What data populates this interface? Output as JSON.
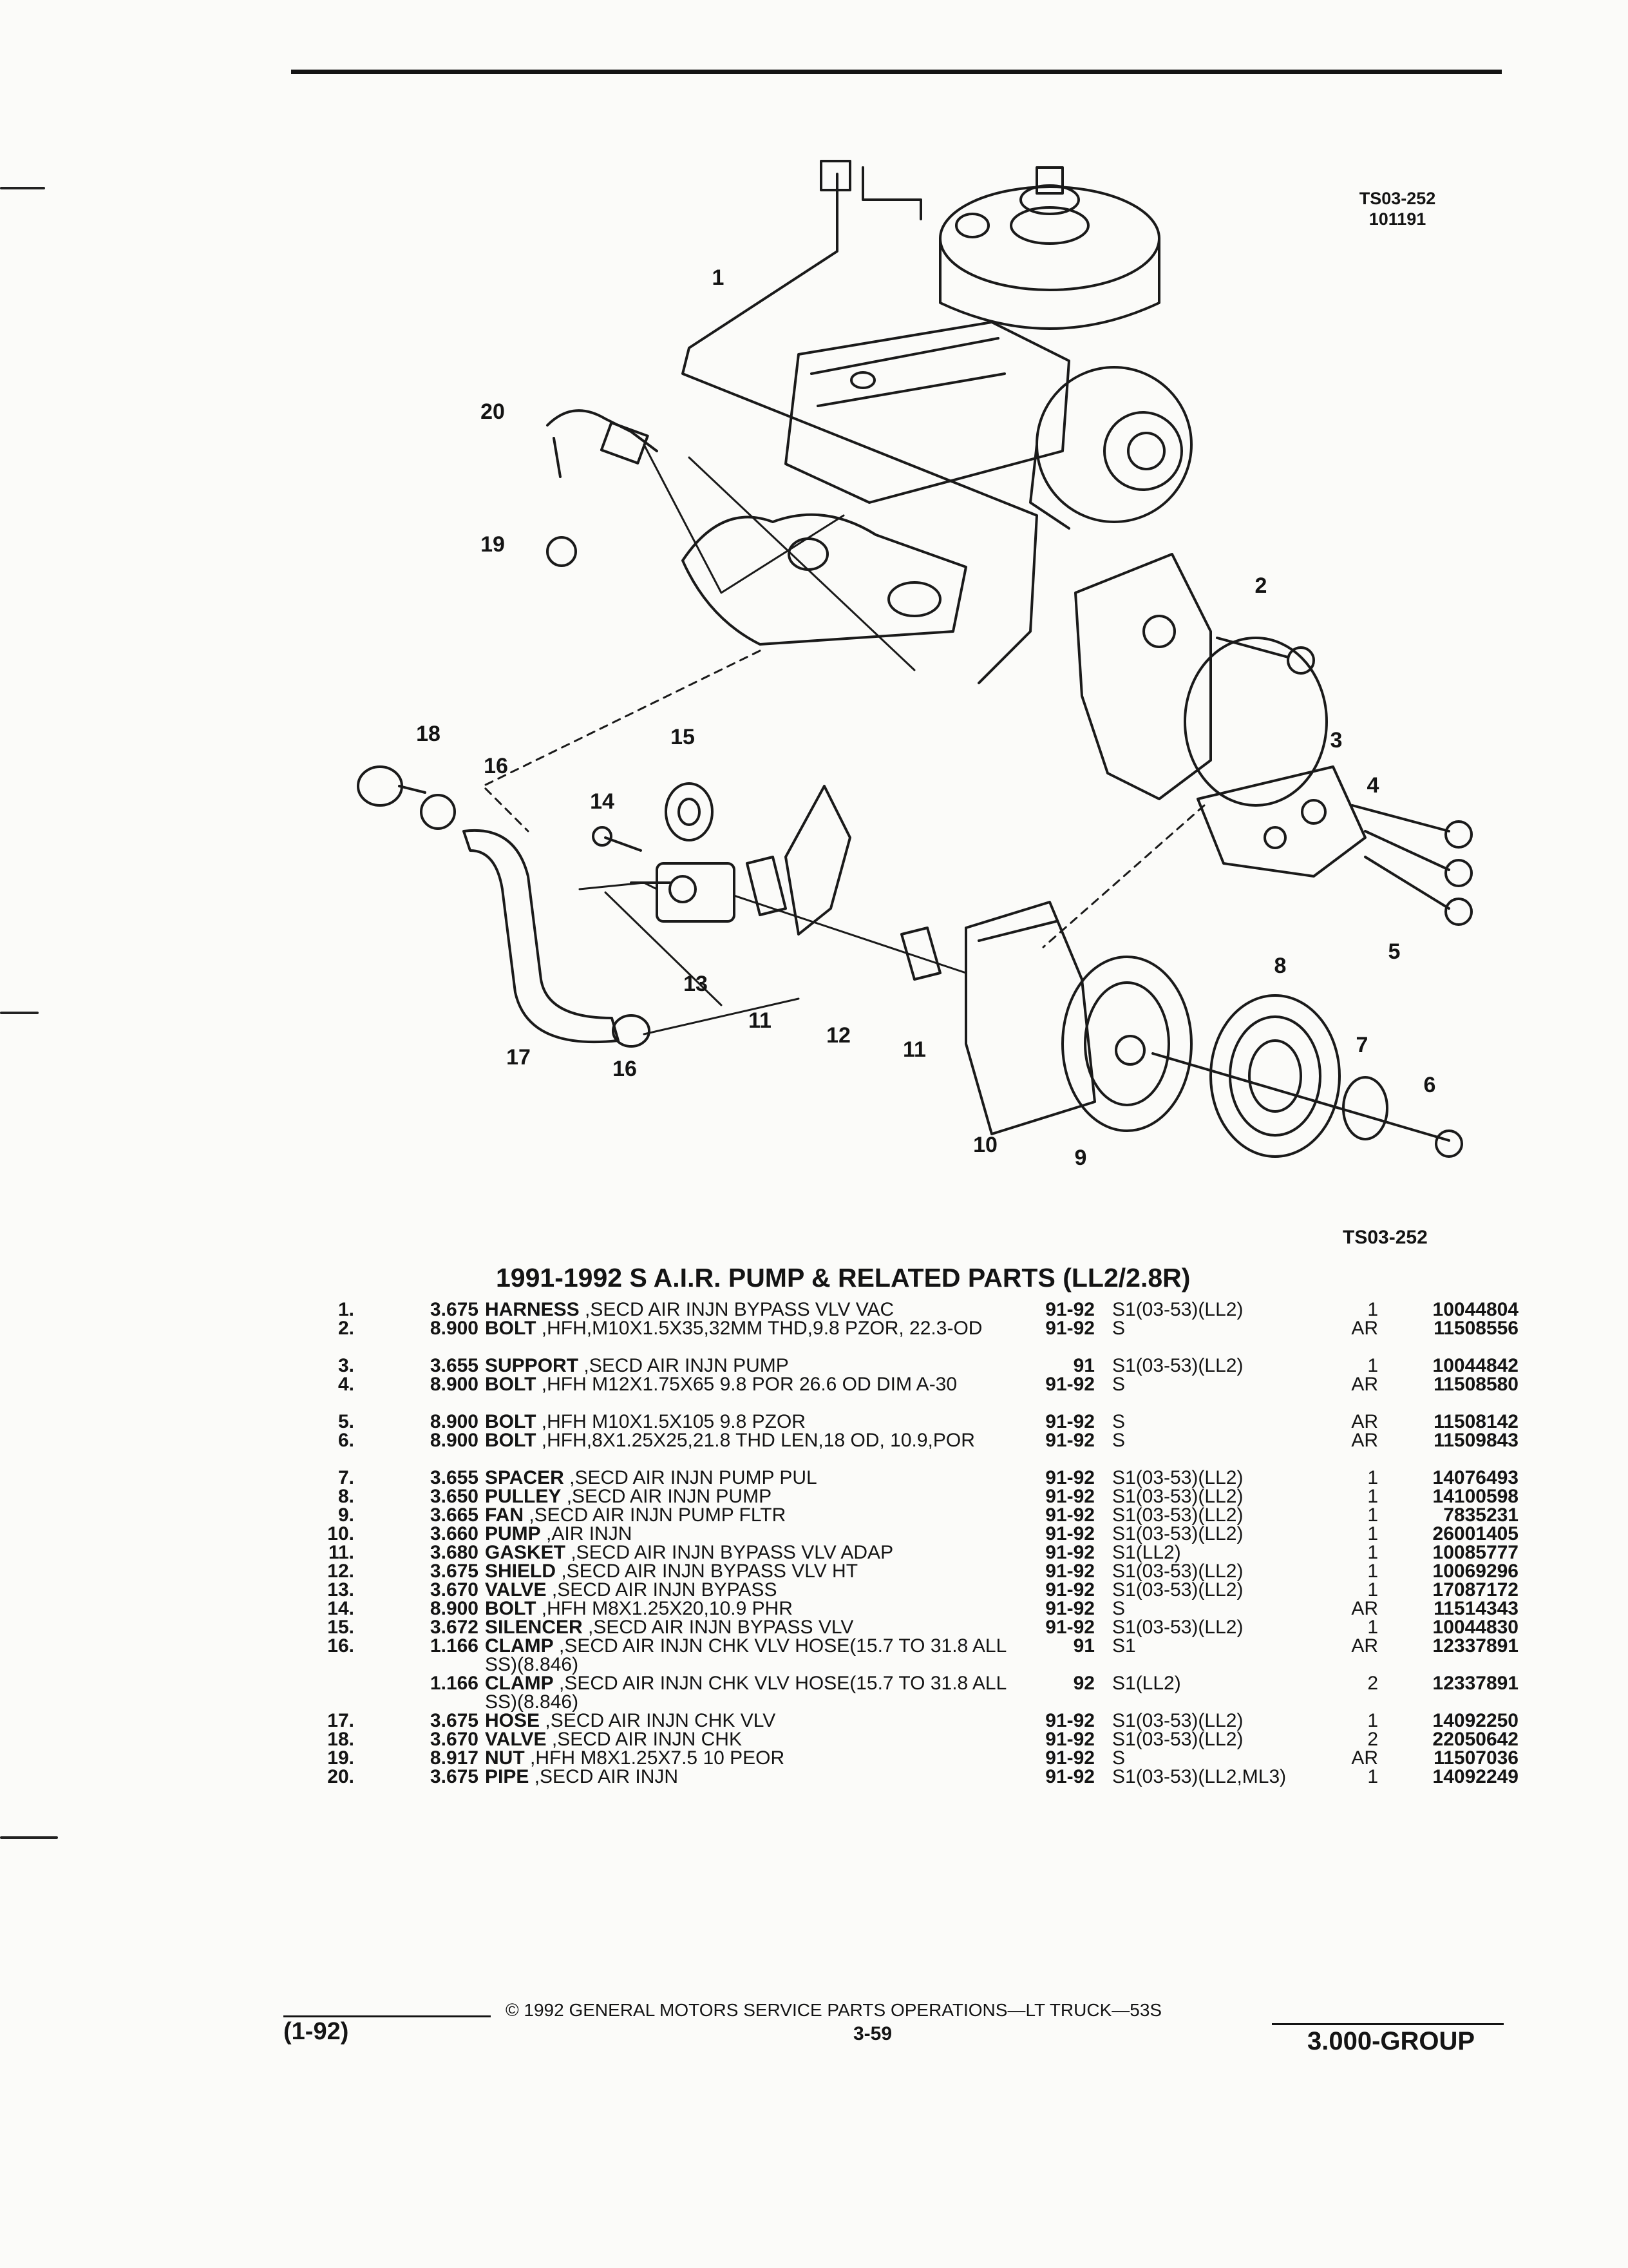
{
  "diagram": {
    "ref_code": "TS03-252",
    "ref_date": "101191",
    "bottom_code": "TS03-252",
    "callouts": [
      "1",
      "2",
      "3",
      "4",
      "5",
      "6",
      "7",
      "8",
      "9",
      "10",
      "11",
      "11",
      "12",
      "13",
      "14",
      "15",
      "16",
      "16",
      "17",
      "18",
      "19",
      "20"
    ]
  },
  "title": "1991-1992 S A.I.R. PUMP & RELATED PARTS (LL2/2.8R)",
  "parts": [
    {
      "no": "1.",
      "group": "3.675",
      "name": "HARNESS",
      "desc": " ,SECD AIR INJN BYPASS VLV VAC",
      "years": "91-92",
      "option": "S1(03-53)(LL2)",
      "qty": "1",
      "part": "10044804"
    },
    {
      "no": "2.",
      "group": "8.900",
      "name": "BOLT",
      "desc": " ,HFH,M10X1.5X35,32MM THD,9.8 PZOR, 22.3-OD",
      "years": "91-92",
      "option": "S",
      "qty": "AR",
      "part": "11508556"
    },
    {
      "no": "3.",
      "group": "3.655",
      "name": "SUPPORT",
      "desc": " ,SECD AIR INJN PUMP",
      "years": "91",
      "option": "S1(03-53)(LL2)",
      "qty": "1",
      "part": "10044842"
    },
    {
      "no": "4.",
      "group": "8.900",
      "name": "BOLT",
      "desc": " ,HFH M12X1.75X65 9.8 POR 26.6 OD DIM A-30",
      "years": "91-92",
      "option": "S",
      "qty": "AR",
      "part": "11508580"
    },
    {
      "no": "5.",
      "group": "8.900",
      "name": "BOLT",
      "desc": " ,HFH M10X1.5X105 9.8 PZOR",
      "years": "91-92",
      "option": "S",
      "qty": "AR",
      "part": "11508142"
    },
    {
      "no": "6.",
      "group": "8.900",
      "name": "BOLT",
      "desc": " ,HFH,8X1.25X25,21.8 THD LEN,18 OD, 10.9,POR",
      "years": "91-92",
      "option": "S",
      "qty": "AR",
      "part": "11509843"
    },
    {
      "no": "7.",
      "group": "3.655",
      "name": "SPACER",
      "desc": " ,SECD AIR INJN PUMP PUL",
      "years": "91-92",
      "option": "S1(03-53)(LL2)",
      "qty": "1",
      "part": "14076493"
    },
    {
      "no": "8.",
      "group": "3.650",
      "name": "PULLEY",
      "desc": " ,SECD AIR INJN PUMP",
      "years": "91-92",
      "option": "S1(03-53)(LL2)",
      "qty": "1",
      "part": "14100598"
    },
    {
      "no": "9.",
      "group": "3.665",
      "name": "FAN",
      "desc": " ,SECD AIR INJN PUMP FLTR",
      "years": "91-92",
      "option": "S1(03-53)(LL2)",
      "qty": "1",
      "part": "7835231"
    },
    {
      "no": "10.",
      "group": "3.660",
      "name": "PUMP",
      "desc": " ,AIR INJN",
      "years": "91-92",
      "option": "S1(03-53)(LL2)",
      "qty": "1",
      "part": "26001405"
    },
    {
      "no": "11.",
      "group": "3.680",
      "name": "GASKET",
      "desc": " ,SECD AIR INJN BYPASS VLV ADAP",
      "years": "91-92",
      "option": "S1(LL2)",
      "qty": "1",
      "part": "10085777"
    },
    {
      "no": "12.",
      "group": "3.675",
      "name": "SHIELD",
      "desc": " ,SECD AIR INJN BYPASS VLV HT",
      "years": "91-92",
      "option": "S1(03-53)(LL2)",
      "qty": "1",
      "part": "10069296"
    },
    {
      "no": "13.",
      "group": "3.670",
      "name": "VALVE",
      "desc": " ,SECD AIR INJN BYPASS",
      "years": "91-92",
      "option": "S1(03-53)(LL2)",
      "qty": "1",
      "part": "17087172"
    },
    {
      "no": "14.",
      "group": "8.900",
      "name": "BOLT",
      "desc": " ,HFH M8X1.25X20,10.9 PHR",
      "years": "91-92",
      "option": "S",
      "qty": "AR",
      "part": "11514343"
    },
    {
      "no": "15.",
      "group": "3.672",
      "name": "SILENCER",
      "desc": " ,SECD AIR INJN BYPASS VLV",
      "years": "91-92",
      "option": "S1(03-53)(LL2)",
      "qty": "1",
      "part": "10044830"
    },
    {
      "no": "16.",
      "group": "1.166",
      "name": "CLAMP",
      "desc": " ,SECD AIR INJN CHK VLV HOSE(15.7 TO 31.8 ALL SS)(8.846)",
      "years": "91",
      "option": "S1",
      "qty": "AR",
      "part": "12337891"
    },
    {
      "no": "",
      "group": "1.166",
      "name": "CLAMP",
      "desc": " ,SECD AIR INJN CHK VLV HOSE(15.7 TO 31.8 ALL SS)(8.846)",
      "years": "92",
      "option": "S1(LL2)",
      "qty": "2",
      "part": "12337891"
    },
    {
      "no": "17.",
      "group": "3.675",
      "name": "HOSE",
      "desc": " ,SECD AIR INJN CHK VLV",
      "years": "91-92",
      "option": "S1(03-53)(LL2)",
      "qty": "1",
      "part": "14092250"
    },
    {
      "no": "18.",
      "group": "3.670",
      "name": "VALVE",
      "desc": " ,SECD AIR INJN CHK",
      "years": "91-92",
      "option": "S1(03-53)(LL2)",
      "qty": "2",
      "part": "22050642"
    },
    {
      "no": "19.",
      "group": "8.917",
      "name": "NUT",
      "desc": " ,HFH M8X1.25X7.5 10 PEOR",
      "years": "91-92",
      "option": "S",
      "qty": "AR",
      "part": "11507036"
    },
    {
      "no": "20.",
      "group": "3.675",
      "name": "PIPE",
      "desc": " ,SECD AIR INJN",
      "years": "91-92",
      "option": "S1(03-53)(LL2,ML3)",
      "qty": "1",
      "part": "14092249"
    }
  ],
  "footer": {
    "date_code": "(1-92)",
    "copyright": "© 1992 GENERAL MOTORS SERVICE PARTS OPERATIONS—LT TRUCK—53S",
    "page": "3-59",
    "group": "3.000-GROUP"
  }
}
